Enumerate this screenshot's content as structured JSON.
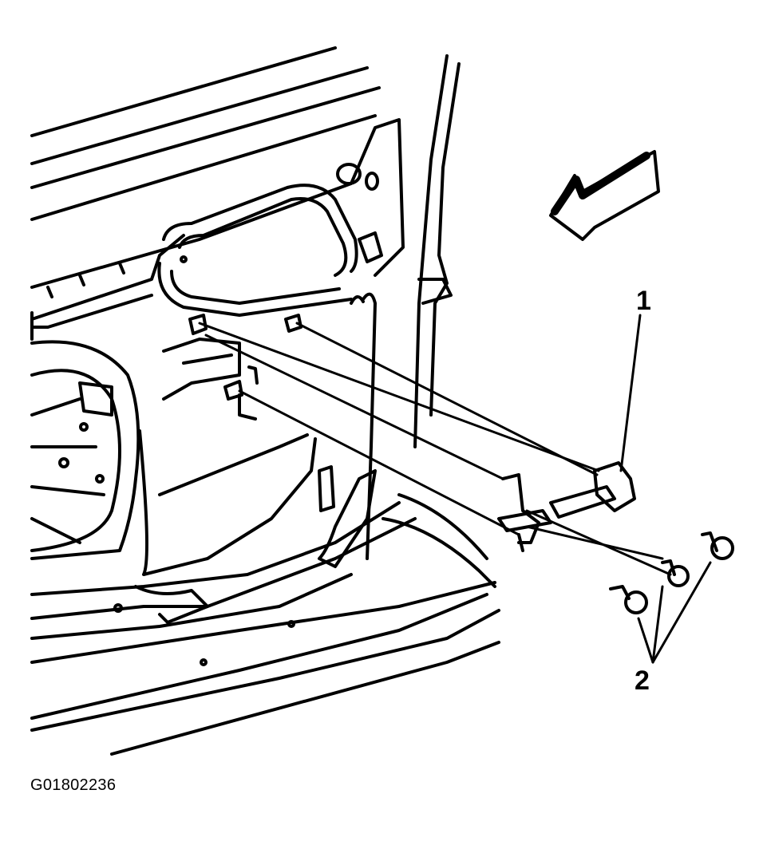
{
  "diagram": {
    "callouts": [
      {
        "label": "1"
      },
      {
        "label": "2"
      }
    ],
    "figure_id": "G01802236"
  },
  "colors": {
    "line": "#000000",
    "background": "#ffffff"
  },
  "icons": [
    "direction-arrow-icon",
    "bolt-icon"
  ]
}
